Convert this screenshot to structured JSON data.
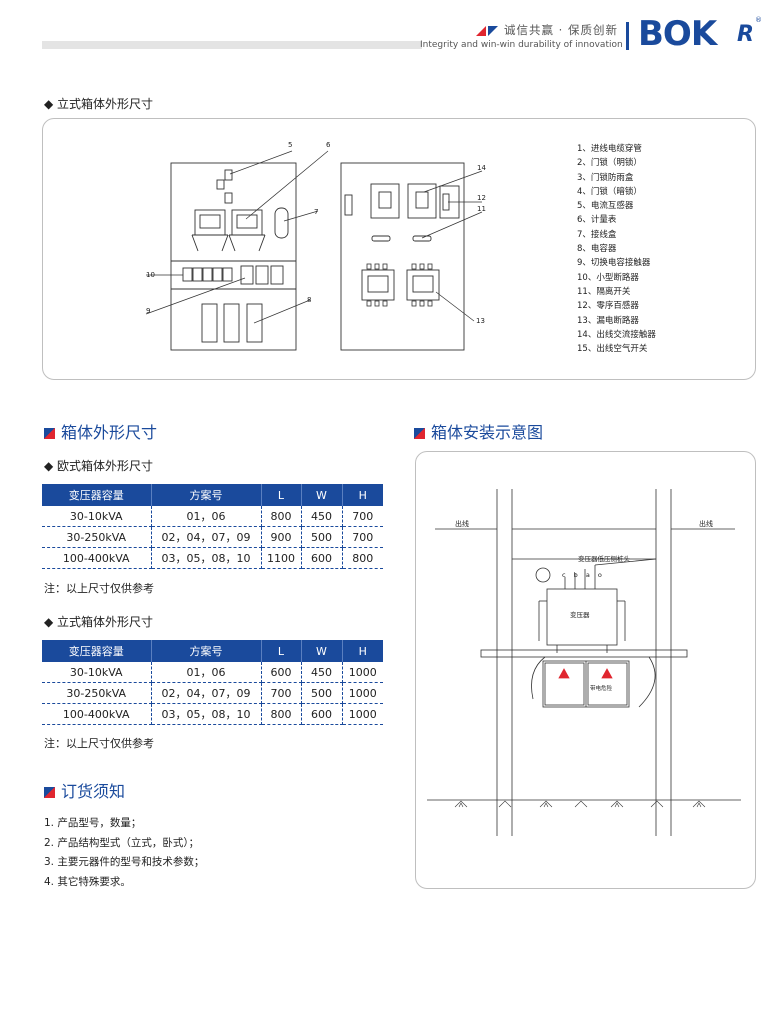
{
  "header": {
    "slogan_cn": "诚信共赢 · 保质创新",
    "slogan_en": "Integrity and win-win  durability of innovation",
    "logo_text": "BOK",
    "logo_suffix": "R",
    "logo_reg": "®",
    "colors": {
      "brand_blue": "#1a4a9c",
      "brand_red": "#e0262f"
    }
  },
  "top_section": {
    "title": "立式箱体外形尺寸",
    "callouts": [
      "5",
      "6",
      "7",
      "8",
      "9",
      "10",
      "14",
      "12",
      "11",
      "13"
    ],
    "legend": [
      "1、进线电缆穿管",
      "2、门锁（明锁）",
      "3、门锁防雨盒",
      "4、门锁（暗锁）",
      "5、电流互感器",
      "6、计量表",
      "7、接线盒",
      "8、电容器",
      "9、切换电容接触器",
      "10、小型断路器",
      "11、隔离开关",
      "12、零序百感器",
      "13、漏电断路器",
      "14、出线交流接触器",
      "15、出线空气开关"
    ]
  },
  "dimensions": {
    "title": "箱体外形尺寸",
    "euro": {
      "title": "欧式箱体外形尺寸",
      "columns": [
        "变压器容量",
        "方案号",
        "L",
        "W",
        "H"
      ],
      "rows": [
        [
          "30-10kVA",
          "01，06",
          "800",
          "450",
          "700"
        ],
        [
          "30-250kVA",
          "02，04，07，09",
          "900",
          "500",
          "700"
        ],
        [
          "100-400kVA",
          "03，05，08，10",
          "1100",
          "600",
          "800"
        ]
      ],
      "note": "注：以上尺寸仅供参考"
    },
    "vertical": {
      "title": "立式箱体外形尺寸",
      "columns": [
        "变压器容量",
        "方案号",
        "L",
        "W",
        "H"
      ],
      "rows": [
        [
          "30-10kVA",
          "01，06",
          "600",
          "450",
          "1000"
        ],
        [
          "30-250kVA",
          "02，04，07，09",
          "700",
          "500",
          "1000"
        ],
        [
          "100-400kVA",
          "03，05，08，10",
          "800",
          "600",
          "1000"
        ]
      ],
      "note": "注：以上尺寸仅供参考"
    }
  },
  "ordering": {
    "title": "订货须知",
    "items": [
      "1. 产品型号，数量；",
      "2. 产品结构型式（立式，卧式）；",
      "3. 主要元器件的型号和技术参数；",
      "4. 其它特殊要求。"
    ]
  },
  "install": {
    "title": "箱体安装示意图",
    "outline_left": "出线",
    "outline_right": "出线",
    "terminal_label": "变压器低压侧桩头",
    "terminals": "c b a o",
    "transformer_label": "变压器",
    "box_label": "带电危险"
  }
}
